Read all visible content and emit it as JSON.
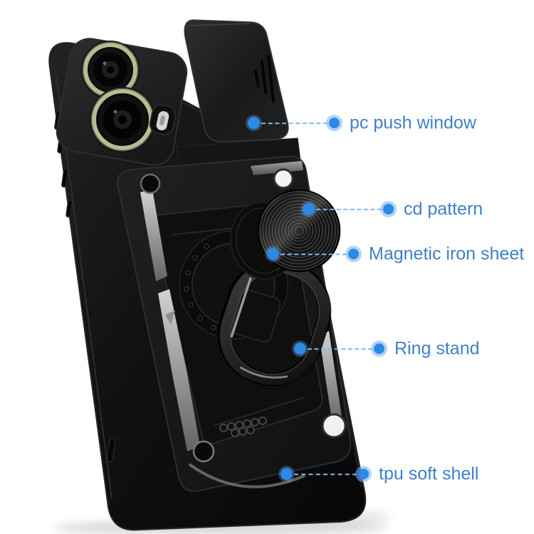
{
  "theme": {
    "labelColor": "#3f7fc6",
    "dotColor": "#2b8ae6",
    "dotHalo": "rgba(120,175,235,0.55)",
    "dotHaloSoft": "rgba(120,175,235,0.30)",
    "lineColor": "#85b5e8",
    "bg": "#ffffff"
  },
  "product": {
    "name": "armor phone case with slide camera cover and ring stand",
    "body_color": "#101010",
    "lens_ring_color": "#b8bd90",
    "metal_accent_color": "#a8a8a8"
  },
  "annotations": [
    {
      "label": "pc push window",
      "part": "slide-camera-cover"
    },
    {
      "label": "cd pattern",
      "part": "cd-pattern-disc"
    },
    {
      "label": "Magnetic iron sheet",
      "part": "magnet-holder"
    },
    {
      "label": "Ring stand",
      "part": "ring-stand"
    },
    {
      "label": "tpu soft shell",
      "part": "tpu-shell"
    }
  ]
}
